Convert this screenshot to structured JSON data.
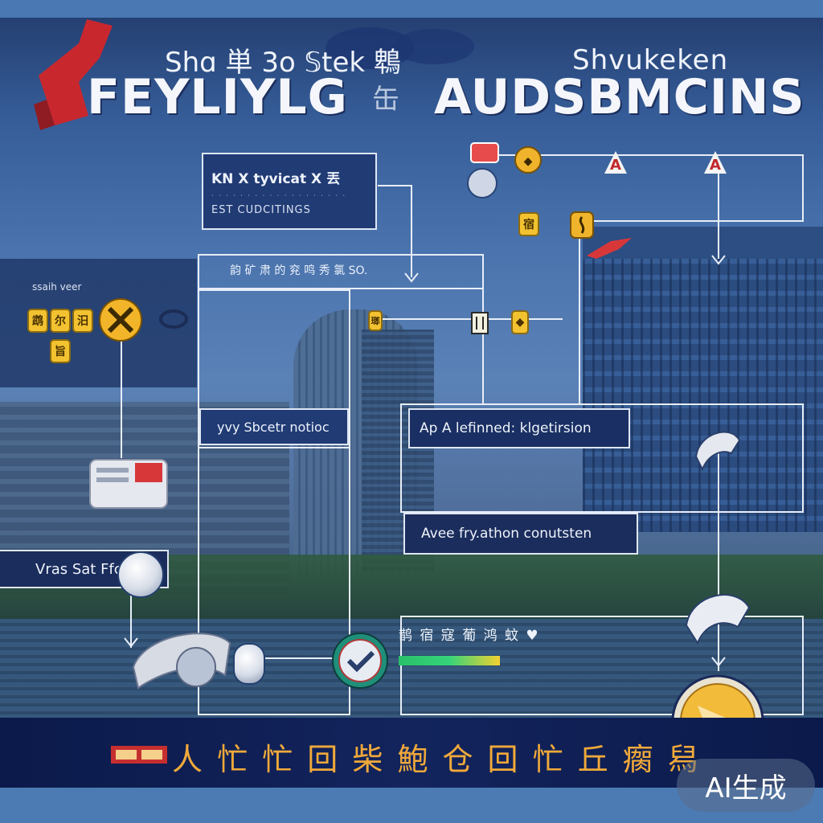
{
  "header": {
    "subtitle_left": "Shɑ 単 3o 𝕊tek 鵯",
    "subtitle_right": "Shvukeken",
    "title_left": "FEYLIYLG",
    "title_right": "AUDSBMCINS"
  },
  "boxes": {
    "top_box_line1": "KN X tyvicat X 丟",
    "top_box_line2": "EST CUDCITINGS",
    "mid_box_text": "韵 矿 肃 的 兖 鸣 秀 氯 SO.",
    "left_panel_text": "ssaih veer",
    "sbcetr_label": "yvy Sbcetr notioc",
    "lefined_label": "Ap A lefinned: klgetirsion",
    "avee_label": "Avee fry.athon conutsten",
    "vras_label": "Vras Sat Ffc"
  },
  "footer": {
    "banner_text": "人 忙 忙 回 柴 鮑 仓 回 忙 丘 瘸 舄",
    "watermark": "AI生成"
  },
  "badges": {
    "a1": "A",
    "a2": "A",
    "y1": "鹉",
    "y2": "尔",
    "y3": "汨",
    "y4": "旨",
    "y5": "宿"
  },
  "colors": {
    "accent_red": "#c0282b",
    "badge_yellow": "#f2c230",
    "navy": "#1a2f63",
    "line": "#e8eef8"
  }
}
